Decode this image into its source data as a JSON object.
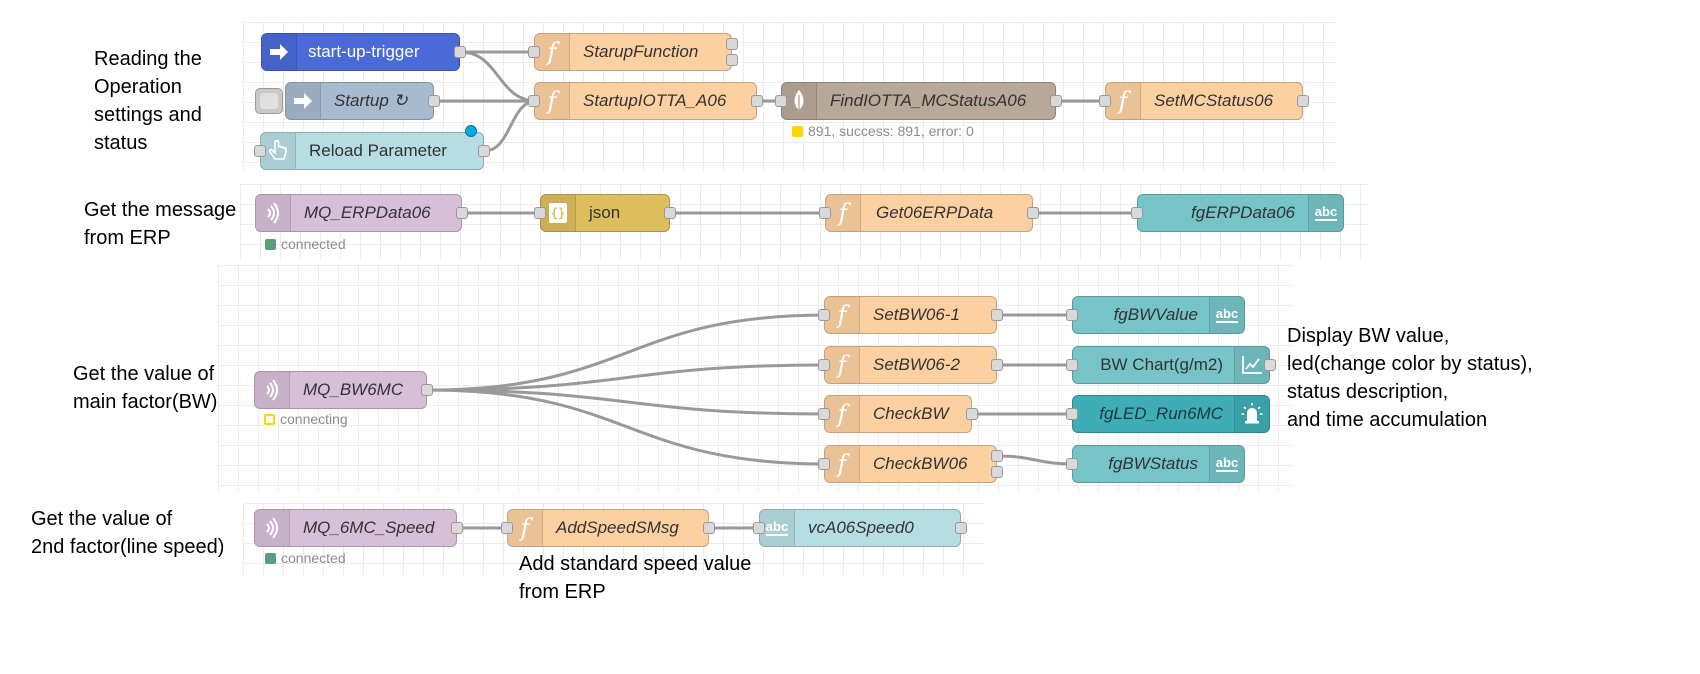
{
  "annotations": {
    "reading": "Reading the\nOperation\nsettings and\nstatus",
    "erp": "Get the message\nfrom ERP",
    "main_factor": "Get the value of\nmain factor(BW)",
    "second_factor": "Get the value of\n2nd factor(line speed)",
    "display": "Display BW value,\nled(change color by status),\nstatus description,\nand time accumulation",
    "add_standard": "Add standard speed value\nfrom ERP"
  },
  "nodes": {
    "start_up_trigger": "start-up-trigger",
    "starup_function": "StarupFunction",
    "startup": "Startup ↻",
    "startup_iotta": "StartupIOTTA_A06",
    "find_iotta": "FindIOTTA_MCStatusA06",
    "set_mc_status": "SetMCStatus06",
    "reload_parameter": "Reload Parameter",
    "mq_erp": "MQ_ERPData06",
    "json": "json",
    "get_erp": "Get06ERPData",
    "fg_erp": "fgERPData06",
    "mq_bw": "MQ_BW6MC",
    "set_bw1": "SetBW06-1",
    "set_bw2": "SetBW06-2",
    "check_bw": "CheckBW",
    "check_bw06": "CheckBW06",
    "fg_bw_value": "fgBWValue",
    "bw_chart": "BW Chart(g/m2)",
    "fg_led": "fgLED_Run6MC",
    "fg_bw_status": "fgBWStatus",
    "mq_speed": "MQ_6MC_Speed",
    "add_speed": "AddSpeedSMsg",
    "vc_speed": "vcA06Speed0"
  },
  "statuses": {
    "find_iotta": "891, success: 891, error: 0",
    "mq_erp": "connected",
    "mq_bw": "connecting",
    "mq_speed": "connected"
  },
  "icons": {
    "inject": "arrow-right-icon",
    "function": "function-f-icon",
    "mongodb": "mongodb-leaf-icon",
    "ui_button": "hand-pointer-icon",
    "mqtt_in": "mqtt-signal-icon",
    "json": "json-braces-icon",
    "ui_text": "abc-text-icon",
    "ui_chart": "chart-line-icon",
    "ui_led": "led-alarm-icon"
  },
  "colors": {
    "inject": "#4a6ad8",
    "inject_light": "#a6bbcf",
    "function": "#fdd0a2",
    "mongodb": "#b8a898",
    "ui_button": "#b6dde3",
    "mqtt": "#d8bfd8",
    "json": "#debd5c",
    "ui_dashboard": "#76c3c8",
    "ui_led": "#3fadb5",
    "wire": "#999999",
    "status_green": "#5a9e7a",
    "status_yellow": "#ffd700",
    "changed_dot": "#00a9e8"
  }
}
